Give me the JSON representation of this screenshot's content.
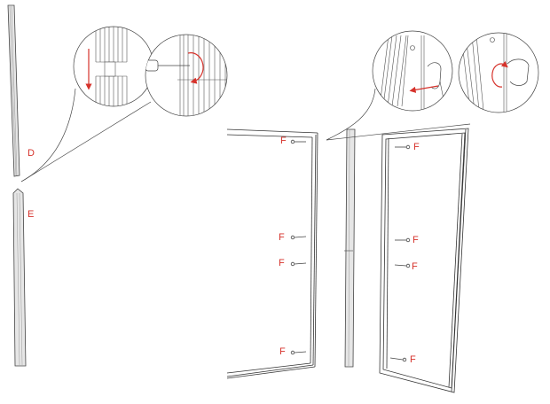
{
  "diagram": {
    "type": "assembly-instructions",
    "label_color": "#d6322b",
    "line_color": "#333333",
    "parts": {
      "post_top": {
        "label": "D"
      },
      "post_bottom": {
        "label": "E"
      },
      "hardware": {
        "label": "F"
      }
    },
    "left_panel_labels": [
      "F",
      "F",
      "F",
      "F"
    ],
    "right_panel_labels": [
      "F",
      "F",
      "F",
      "F"
    ],
    "callouts": [
      {
        "id": "join-posts",
        "steps": [
          "slide-down",
          "screw-in-clockwise"
        ]
      },
      {
        "id": "attach-panel",
        "steps": [
          "pull-pin-out",
          "rotate-counter-clockwise"
        ]
      }
    ]
  }
}
